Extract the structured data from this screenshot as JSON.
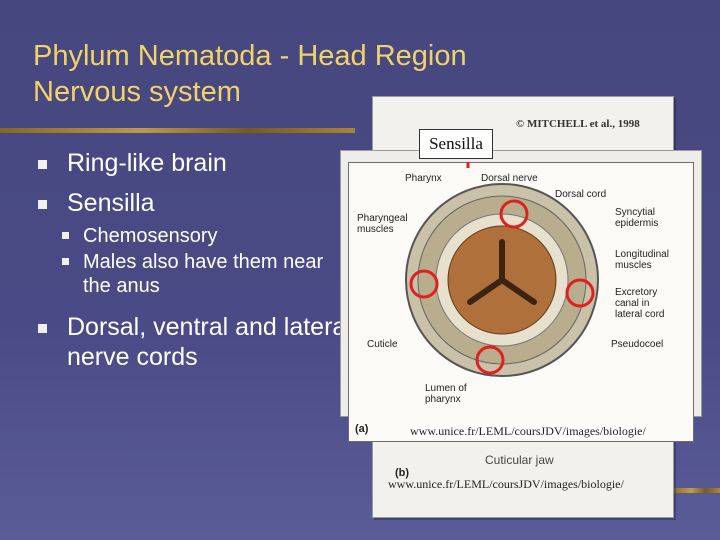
{
  "slide": {
    "title_line1": "Phylum Nematoda - Head Region",
    "title_line2": "Nervous system",
    "bullets": [
      {
        "text": "Ring-like brain"
      },
      {
        "text": "Sensilla",
        "sub": [
          "Chemosensory",
          "Males also have them near the anus"
        ]
      },
      {
        "text": "Dorsal, ventral and lateral nerve cords"
      }
    ]
  },
  "figure": {
    "copyright": "© MITCHELL et al., 1998",
    "callout": "Sensilla",
    "labels": {
      "pharynx": "Pharynx",
      "dorsal_nerve": "Dorsal nerve",
      "dorsal_cord": "Dorsal cord",
      "pharyngeal_muscles": "Pharyngeal muscles",
      "syncytial_epidermis": "Syncytial epidermis",
      "longitudinal_muscles": "Longitudinal muscles",
      "excretory_canal": "Excretory canal in lateral cord",
      "cuticle": "Cuticle",
      "pseudocoel": "Pseudocoel",
      "lumen": "Lumen of pharynx",
      "panel_a": "(a)",
      "panel_b": "(b)",
      "cuticular_jaw": "Cuticular jaw"
    },
    "url_front": "www.unice.fr/LEML/coursJDV/images/biologie/",
    "url_back": "www.unice.fr/LEML/coursJDV/images/biologie/",
    "colors": {
      "title": "#f2d36a",
      "highlight_circles": "#e02020"
    }
  }
}
